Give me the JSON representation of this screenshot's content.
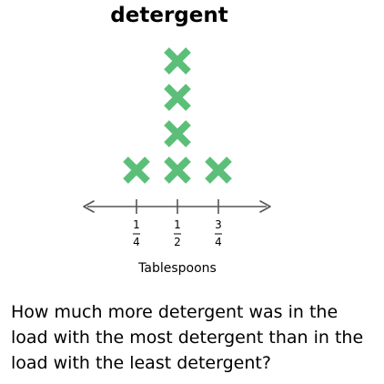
{
  "chart_data": {
    "type": "scatter",
    "title": "detergent",
    "xlabel": "Tablespoons",
    "ylabel": "",
    "x_ticks": [
      {
        "value": 0.25,
        "numerator": "1",
        "denominator": "4"
      },
      {
        "value": 0.5,
        "numerator": "1",
        "denominator": "2"
      },
      {
        "value": 0.75,
        "numerator": "3",
        "denominator": "4"
      }
    ],
    "points": [
      {
        "x": 0.25,
        "count": 1
      },
      {
        "x": 0.5,
        "count": 4
      },
      {
        "x": 0.75,
        "count": 1
      }
    ],
    "marker": "x",
    "marker_color": "#5cbf79",
    "axis_color": "#555555",
    "grid": false,
    "legend": "none"
  },
  "question": {
    "text": "How much more detergent was in the load with the most detergent than in the load with the least detergent?"
  }
}
